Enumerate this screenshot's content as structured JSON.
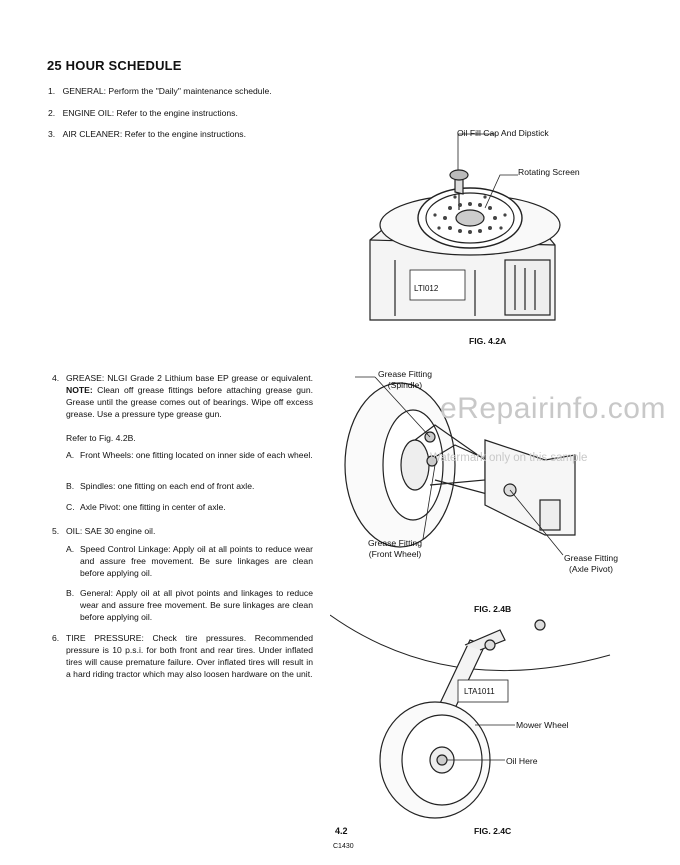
{
  "title": "25 HOUR SCHEDULE",
  "items_top": [
    {
      "num": "1.",
      "text": "GENERAL: Perform the \"Daily\" maintenance schedule."
    },
    {
      "num": "2.",
      "text": "ENGINE OIL: Refer to the engine instructions."
    },
    {
      "num": "3.",
      "text": "AIR CLEANER: Refer to the engine instructions."
    }
  ],
  "grease": {
    "num": "4.",
    "lead": "GREASE: NLGI Grade 2 Lithium base EP grease or equivalent.",
    "note_label": "NOTE:",
    "text": "Clean off grease fittings before attaching grease gun. Grease until the grease comes out of bearings. Wipe off excess grease. Use a pressure type grease gun.",
    "refer": "Refer to Fig. 4.2B.",
    "subs": [
      {
        "letter": "A.",
        "text": "Front Wheels: one fitting located on inner side of each wheel."
      },
      {
        "letter": "B.",
        "text": "Spindles: one fitting on each end of front axle."
      },
      {
        "letter": "C.",
        "text": "Axle Pivot: one fitting in center of axle."
      }
    ]
  },
  "oil": {
    "num": "5.",
    "text": "OIL: SAE 30 engine oil.",
    "subs": [
      {
        "letter": "A.",
        "text": "Speed Control Linkage: Apply oil at all points to reduce wear and assure free movement. Be sure linkages are clean before applying oil."
      },
      {
        "letter": "B.",
        "text": "General: Apply oil at all pivot points and linkages to reduce wear and assure free movement. Be sure linkages are clean before applying oil."
      }
    ]
  },
  "tire": {
    "num": "6.",
    "text": "TIRE PRESSURE: Check tire pressures. Recommended pressure is 10 p.s.i. for both front and rear tires. Under inflated tires will cause premature failure. Over inflated tires will result in a hard riding tractor which may also loosen hardware on the unit."
  },
  "fig_a": {
    "caption": "FIG. 4.2A",
    "callout_cap": "Oil Fill Cap And Dipstick",
    "callout_screen": "Rotating Screen",
    "tag": "LTI012"
  },
  "fig_b": {
    "caption": "FIG. 2.4B",
    "callout_spindle_1": "Grease Fitting",
    "callout_spindle_2": "(Spindle)",
    "callout_wheel_1": "Grease Fitting",
    "callout_wheel_2": "(Front Wheel)",
    "callout_pivot_1": "Grease Fitting",
    "callout_pivot_2": "(Axle Pivot)"
  },
  "fig_c": {
    "caption": "FIG. 2.4C",
    "callout_wheel": "Mower Wheel",
    "callout_oil": "Oil Here",
    "tag": "LTA1011"
  },
  "watermark": {
    "main": "eRepairinfo.com",
    "sub": "Watermark only on this sample"
  },
  "footer": {
    "page": "4.2",
    "code": "C1430"
  }
}
